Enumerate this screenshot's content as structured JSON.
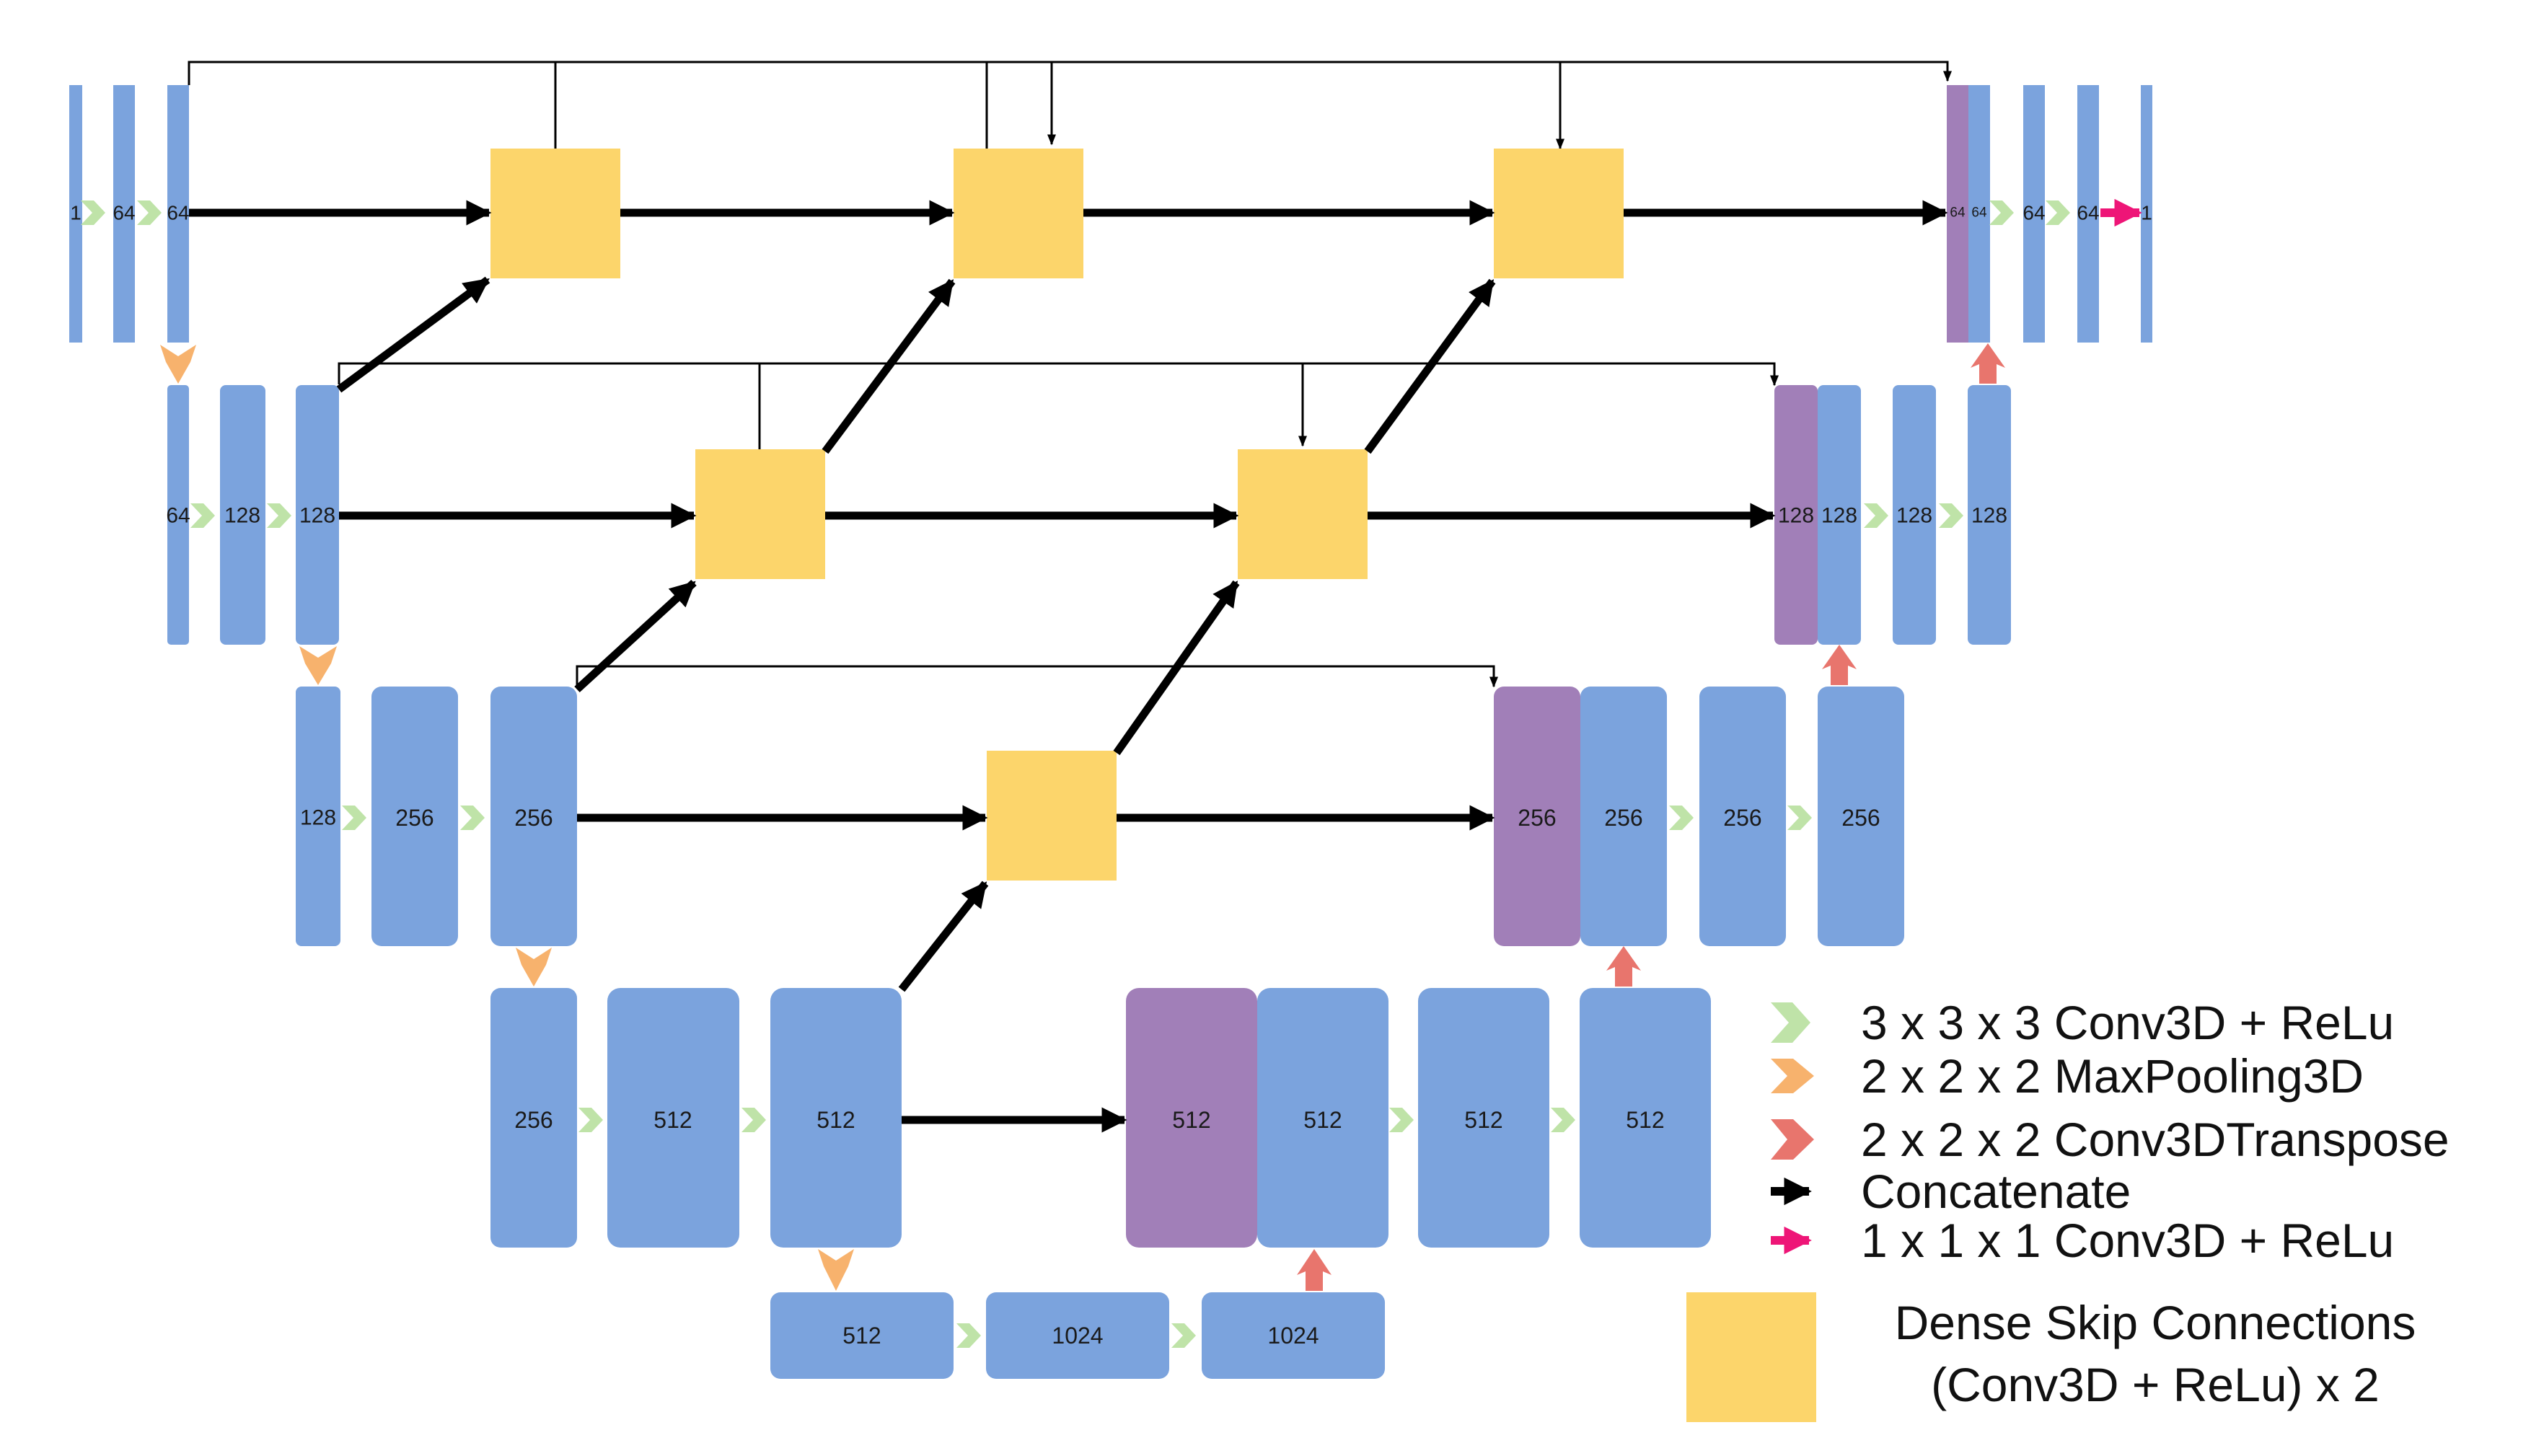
{
  "colors": {
    "encoder_block": "#7ba3dd",
    "concat_block": "#a17fb8",
    "dense_skip": "#fcd56b",
    "conv_arrow": "#bfe3a8",
    "pool_arrow": "#f7b26d",
    "upconv_arrow": "#e8756d",
    "concat_arrow": "#000000",
    "final_arrow": "#ee1577",
    "line": "#000000"
  },
  "levels": [
    {
      "name": "level-1",
      "encoder_labels": [
        "1",
        "64",
        "64"
      ],
      "decoder_labels": [
        "64",
        "64",
        "64",
        "64",
        "1"
      ]
    },
    {
      "name": "level-2",
      "encoder_labels": [
        "64",
        "128",
        "128"
      ],
      "decoder_labels": [
        "128",
        "128",
        "128",
        "128"
      ]
    },
    {
      "name": "level-3",
      "encoder_labels": [
        "128",
        "256",
        "256"
      ],
      "decoder_labels": [
        "256",
        "256",
        "256",
        "256"
      ]
    },
    {
      "name": "level-4",
      "encoder_labels": [
        "256",
        "512",
        "512"
      ],
      "decoder_labels": [
        "512",
        "512",
        "512",
        "512"
      ]
    },
    {
      "name": "bottleneck",
      "encoder_labels": [
        "512",
        "1024",
        "1024"
      ]
    }
  ],
  "legend": {
    "conv": {
      "icon": "conv-chevron-icon",
      "label": "3 x 3 x 3 Conv3D + ReLu"
    },
    "pool": {
      "icon": "maxpool-arrow-icon",
      "label": "2 x 2 x 2 MaxPooling3D"
    },
    "upconv": {
      "icon": "conv-transpose-arrow-icon",
      "label": "2 x 2 x 2 Conv3DTranspose"
    },
    "concat": {
      "icon": "concatenate-arrow-icon",
      "label": "Concatenate"
    },
    "final": {
      "icon": "final-conv-arrow-icon",
      "label": "1 x 1 x 1 Conv3D + ReLu"
    },
    "dense": {
      "icon": "dense-skip-square-icon",
      "line1": "Dense Skip Connections",
      "line2": "(Conv3D + ReLu) x 2"
    }
  }
}
